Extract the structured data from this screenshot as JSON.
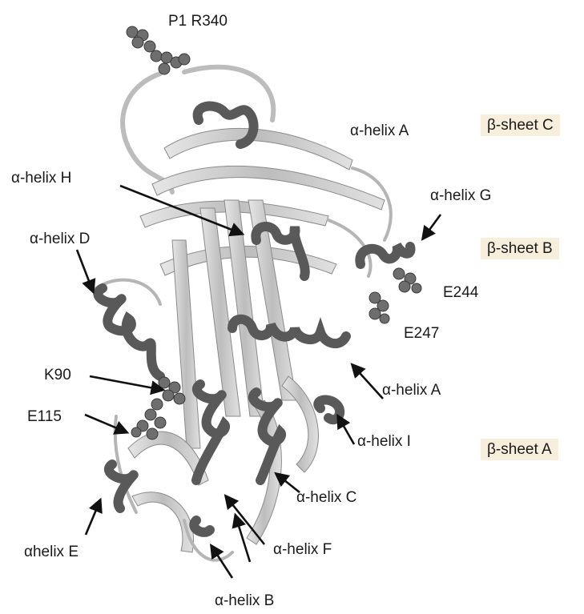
{
  "labels": {
    "p1_r340": "P1 R340",
    "helix_a_top": "α-helix A",
    "helix_h": "α-helix H",
    "helix_g": "α-helix G",
    "helix_d": "α-helix D",
    "e244": "E244",
    "e247": "E247",
    "helix_a_mid": "α-helix A",
    "k90": "K90",
    "e115": "E115",
    "helix_i": "α-helix I",
    "helix_c": "α-helix C",
    "helix_e": "αhelix E",
    "helix_f": "α-helix F",
    "helix_b": "α-helix B"
  },
  "sheets": {
    "sheet_c": "β-sheet C",
    "sheet_b": "β-sheet B",
    "sheet_a": "β-sheet A"
  },
  "colors": {
    "helix": "#5a5a5a",
    "strand": "#c9c9c9",
    "sheet_tag_bg": "#f7eedb"
  }
}
